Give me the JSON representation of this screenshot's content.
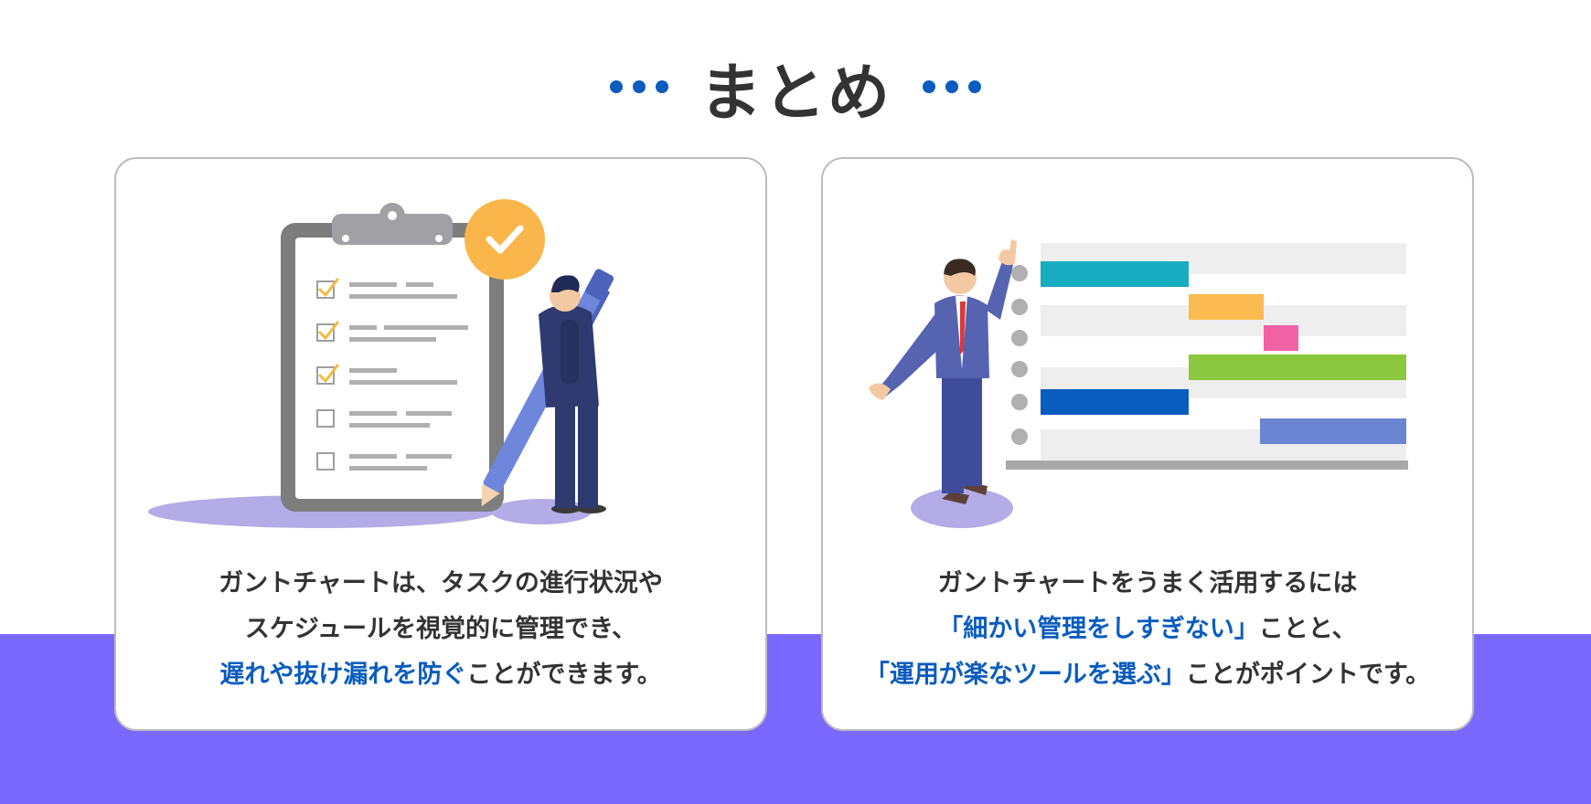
{
  "heading": {
    "title": "まとめ"
  },
  "colors": {
    "accent": "#0a5cbf",
    "band": "#7b68ff",
    "text": "#333333"
  },
  "cards": [
    {
      "illustration": "clipboard-checklist-icon",
      "lines": [
        {
          "parts": [
            {
              "text": "ガントチャートは、タスクの進行状況や"
            }
          ]
        },
        {
          "parts": [
            {
              "text": "スケジュールを視覚的に管理でき、"
            }
          ]
        },
        {
          "parts": [
            {
              "text": "遅れや抜け漏れを防ぐ"
            },
            {
              "text": "ことができます。"
            }
          ]
        }
      ]
    },
    {
      "illustration": "gantt-chart-presenter-icon",
      "lines": [
        {
          "parts": [
            {
              "text": "ガントチャートをうまく活用するには"
            }
          ]
        },
        {
          "parts": [
            {
              "text": "「細かい管理をしすぎない」"
            },
            {
              "text": "ことと、"
            }
          ]
        },
        {
          "parts": [
            {
              "text": "「運用が楽なツールを選ぶ」"
            },
            {
              "text": "ことがポイントです。"
            }
          ]
        }
      ]
    }
  ]
}
